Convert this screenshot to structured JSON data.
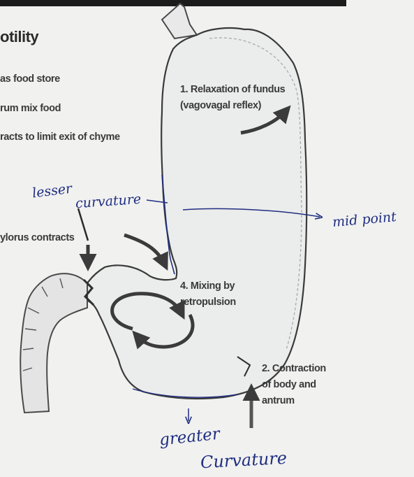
{
  "slide": {
    "title": "otility",
    "bullets": [
      "as food store",
      "rum mix food",
      "racts to limit exit of chyme"
    ],
    "pylorus_label": "ylorus contracts"
  },
  "diagram_steps": {
    "step1_line1": "1. Relaxation of fundus",
    "step1_line2": "(vagovagal reflex)",
    "step4_line1": "4. Mixing by",
    "step4_line2": "retropulsion",
    "step2_line1": "2. Contraction",
    "step2_line2": "of body and",
    "step2_line3": "antrum"
  },
  "handwritten": {
    "lesser": "lesser",
    "curvature_1": "curvature",
    "mid_point": "mid point",
    "greater": "greater",
    "curvature_2": "Curvature"
  },
  "colors": {
    "background": "#f1f1f0",
    "stomach_fill": "#ebecec",
    "outline": "#3a3a3a",
    "arrow": "#3b3b3b",
    "handwriting": "#1f2e80"
  }
}
